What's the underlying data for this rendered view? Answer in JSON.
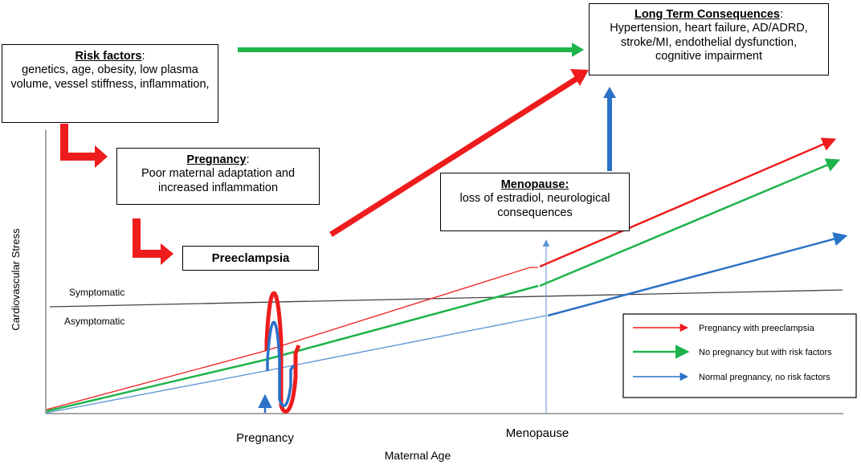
{
  "boxes": {
    "long_term": {
      "title": "Long Term Consequences",
      "title_suffix": ":",
      "text": "Hypertension, heart failure, AD/ADRD, stroke/MI, endothelial dysfunction, cognitive impairment"
    },
    "risk_factors": {
      "title": "Risk factors",
      "title_suffix": ":",
      "text": "genetics, age, obesity, low plasma volume, vessel stiffness, inflammation,"
    },
    "pregnancy": {
      "title": "Pregnancy",
      "title_suffix": ":",
      "text": "Poor maternal adaptation and increased inflammation"
    },
    "menopause": {
      "title": "Menopause:",
      "text": "loss of estradiol, neurological consequences"
    },
    "preeclampsia": {
      "title": "Preeclampsia"
    }
  },
  "axes": {
    "xlabel": "Maternal Age",
    "ylabel": "Cardiovascular Stress",
    "x_ticks": [
      "Pregnancy",
      "Menopause"
    ]
  },
  "threshold": {
    "above": "Symptomatic",
    "below": "Asymptomatic"
  },
  "legend": [
    {
      "label": "Pregnancy with preeclampsia",
      "color": "#ee1c1c"
    },
    {
      "label": "No pregnancy but with risk factors",
      "color": "#1db34a"
    },
    {
      "label": "Normal pregnancy, no risk factors",
      "color": "#2a72c8"
    }
  ],
  "colors": {
    "red": "#ee1c1c",
    "green": "#1db34a",
    "blue": "#2a72c8",
    "threshold": "#444444"
  }
}
